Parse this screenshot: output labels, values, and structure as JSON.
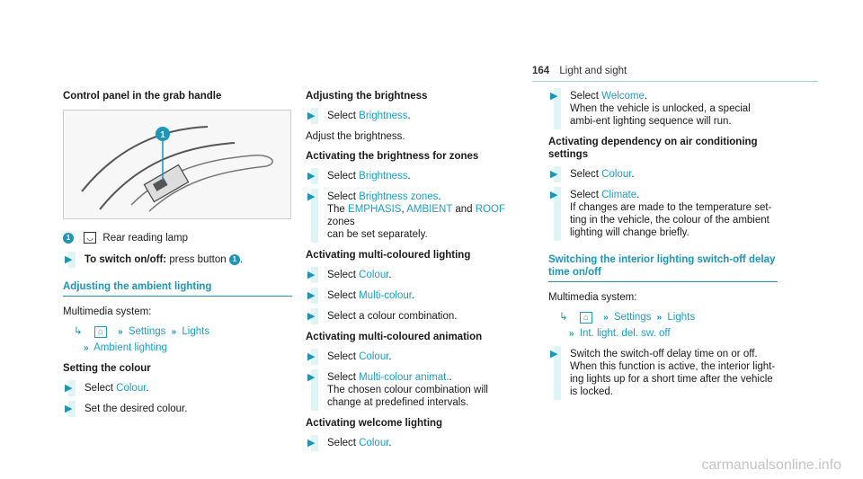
{
  "header": {
    "page_number": "164",
    "title": "Light and sight"
  },
  "col1": {
    "heading": "Control panel in the grab handle",
    "legend": {
      "number": "1",
      "text": "Rear reading lamp"
    },
    "step_label": "To switch on/off:",
    "step_text": "press button",
    "step_num": "1",
    "section_title": "Adjusting the ambient lighting",
    "ms_label": "Multimedia system:",
    "path": [
      "Settings",
      "Lights"
    ],
    "path2": "Ambient lighting",
    "subheading": "Setting the colour",
    "steps": [
      {
        "pre": "Select",
        "link": "Colour",
        "post": "."
      },
      {
        "text": "Set the desired colour."
      }
    ]
  },
  "col2": {
    "heading": "Adjusting the brightness",
    "s1_pre": "Select",
    "s1_link": "Brightness",
    "s1_post": ".",
    "plain": "Adjust the brightness.",
    "sub1": "Activating the brightness for zones",
    "s2_link": "Brightness",
    "s3_link": "Brightness zones",
    "s3_line2_pre": "The",
    "s3_e": "EMPHASIS",
    "s3_a": "AMBIENT",
    "s3_and": "and",
    "s3_r": "ROOF",
    "s3_zones": "zones",
    "s3_line3": "can be set separately.",
    "sub2": "Activating multi-coloured lighting",
    "s4_link": "Colour",
    "s5_link": "Multi-colour",
    "s6_text": "Select a colour combination.",
    "sub3": "Activating multi-coloured animation",
    "s7_link": "Colour",
    "s8_link": "Multi-colour animat.",
    "s8_post": ".",
    "s8_line2": "The chosen colour combination will change at predefined intervals.",
    "sub4": "Activating welcome lighting",
    "s9_link": "Colour"
  },
  "col3": {
    "s1_pre": "Select",
    "s1_link": "Welcome",
    "s1_post": ".",
    "s1_body": "When the vehicle is unlocked, a special ambi-ent lighting sequence will run.",
    "sub1": "Activating dependency on air conditioning settings",
    "s2_link": "Colour",
    "s3_link": "Climate",
    "s3_body": "If changes are made to the temperature set-ting in the vehicle, the colour of the ambient lighting will change briefly.",
    "section_title": "Switching the interior lighting switch-off delay time on/off",
    "ms_label": "Multimedia system:",
    "path": [
      "Settings",
      "Lights"
    ],
    "path2": "Int. light. del. sw. off",
    "s4_body": "Switch the switch-off delay time on or off. When this function is active, the interior light-ing lights up for a short time after the vehicle is locked."
  },
  "footer": {
    "watermark": "carmanualsonline.info"
  }
}
